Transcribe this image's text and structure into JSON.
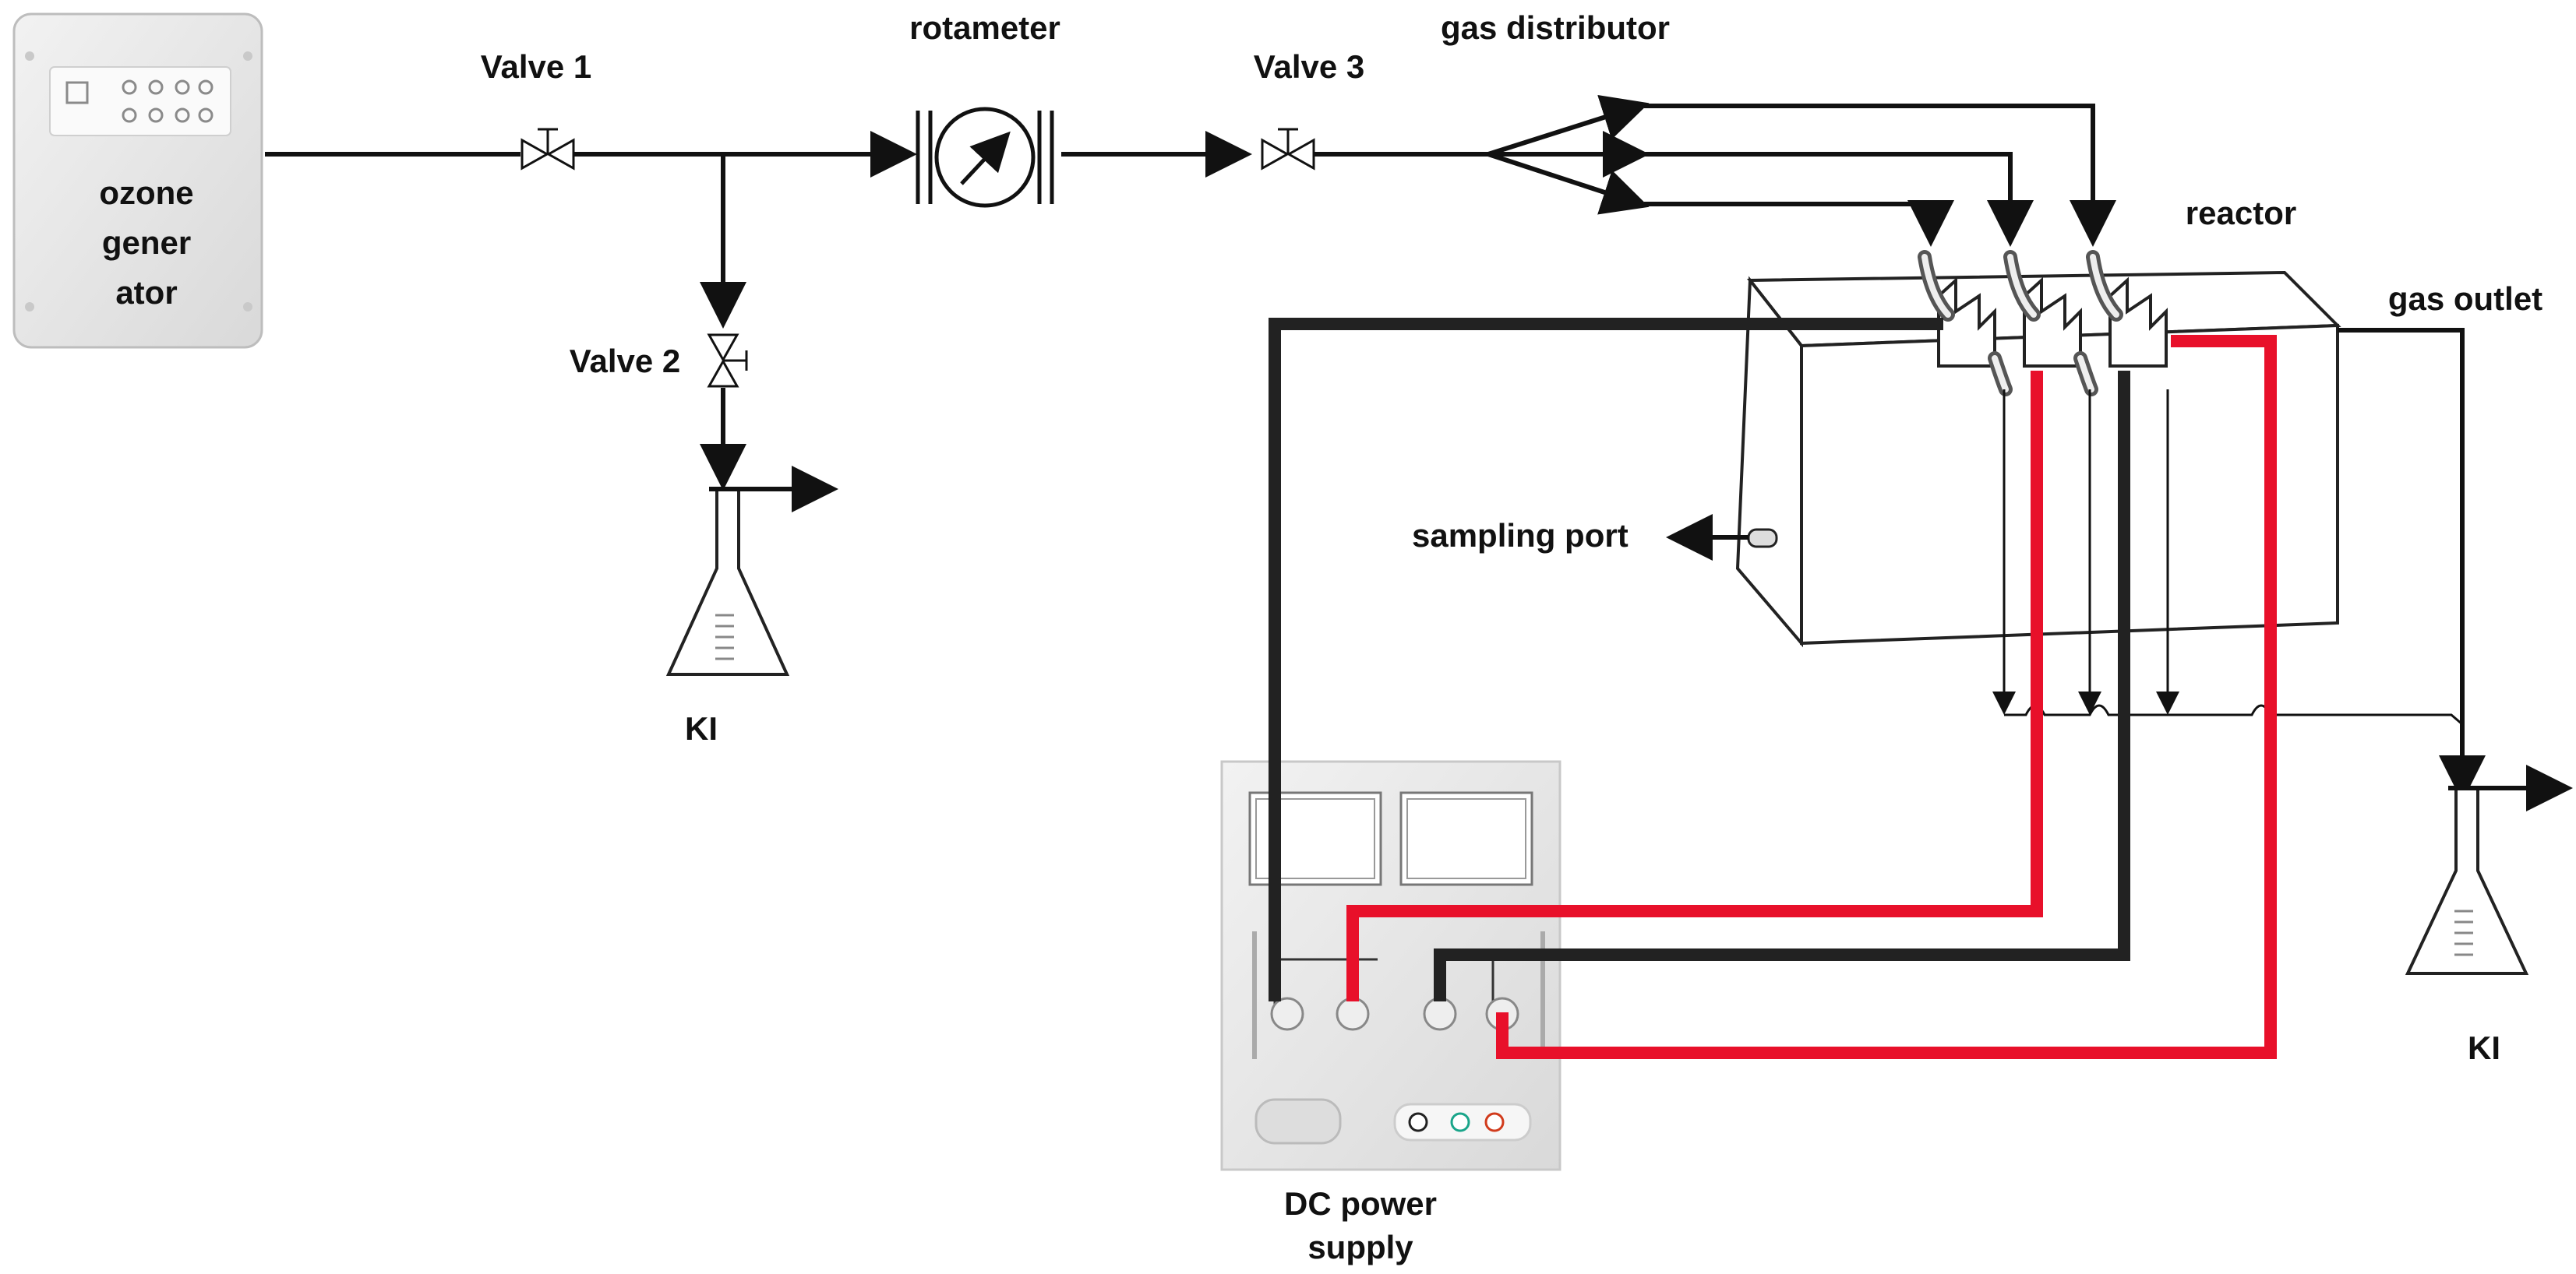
{
  "labels": {
    "ozone_generator": [
      "ozone",
      "gener",
      "ator"
    ],
    "valve1": "Valve 1",
    "valve2": "Valve 2",
    "valve3": "Valve 3",
    "rotameter": "rotameter",
    "gas_distributor": "gas distributor",
    "reactor": "reactor",
    "gas_outlet": "gas outlet",
    "sampling_port": "sampling port",
    "ki_left": "KI",
    "ki_right": "KI",
    "dc_power_supply": [
      "DC power",
      "supply"
    ]
  },
  "colors": {
    "line": "#111111",
    "negative_wire": "#222222",
    "positive_wire": "#e8102a",
    "device_gray": "#e6e6e6"
  }
}
